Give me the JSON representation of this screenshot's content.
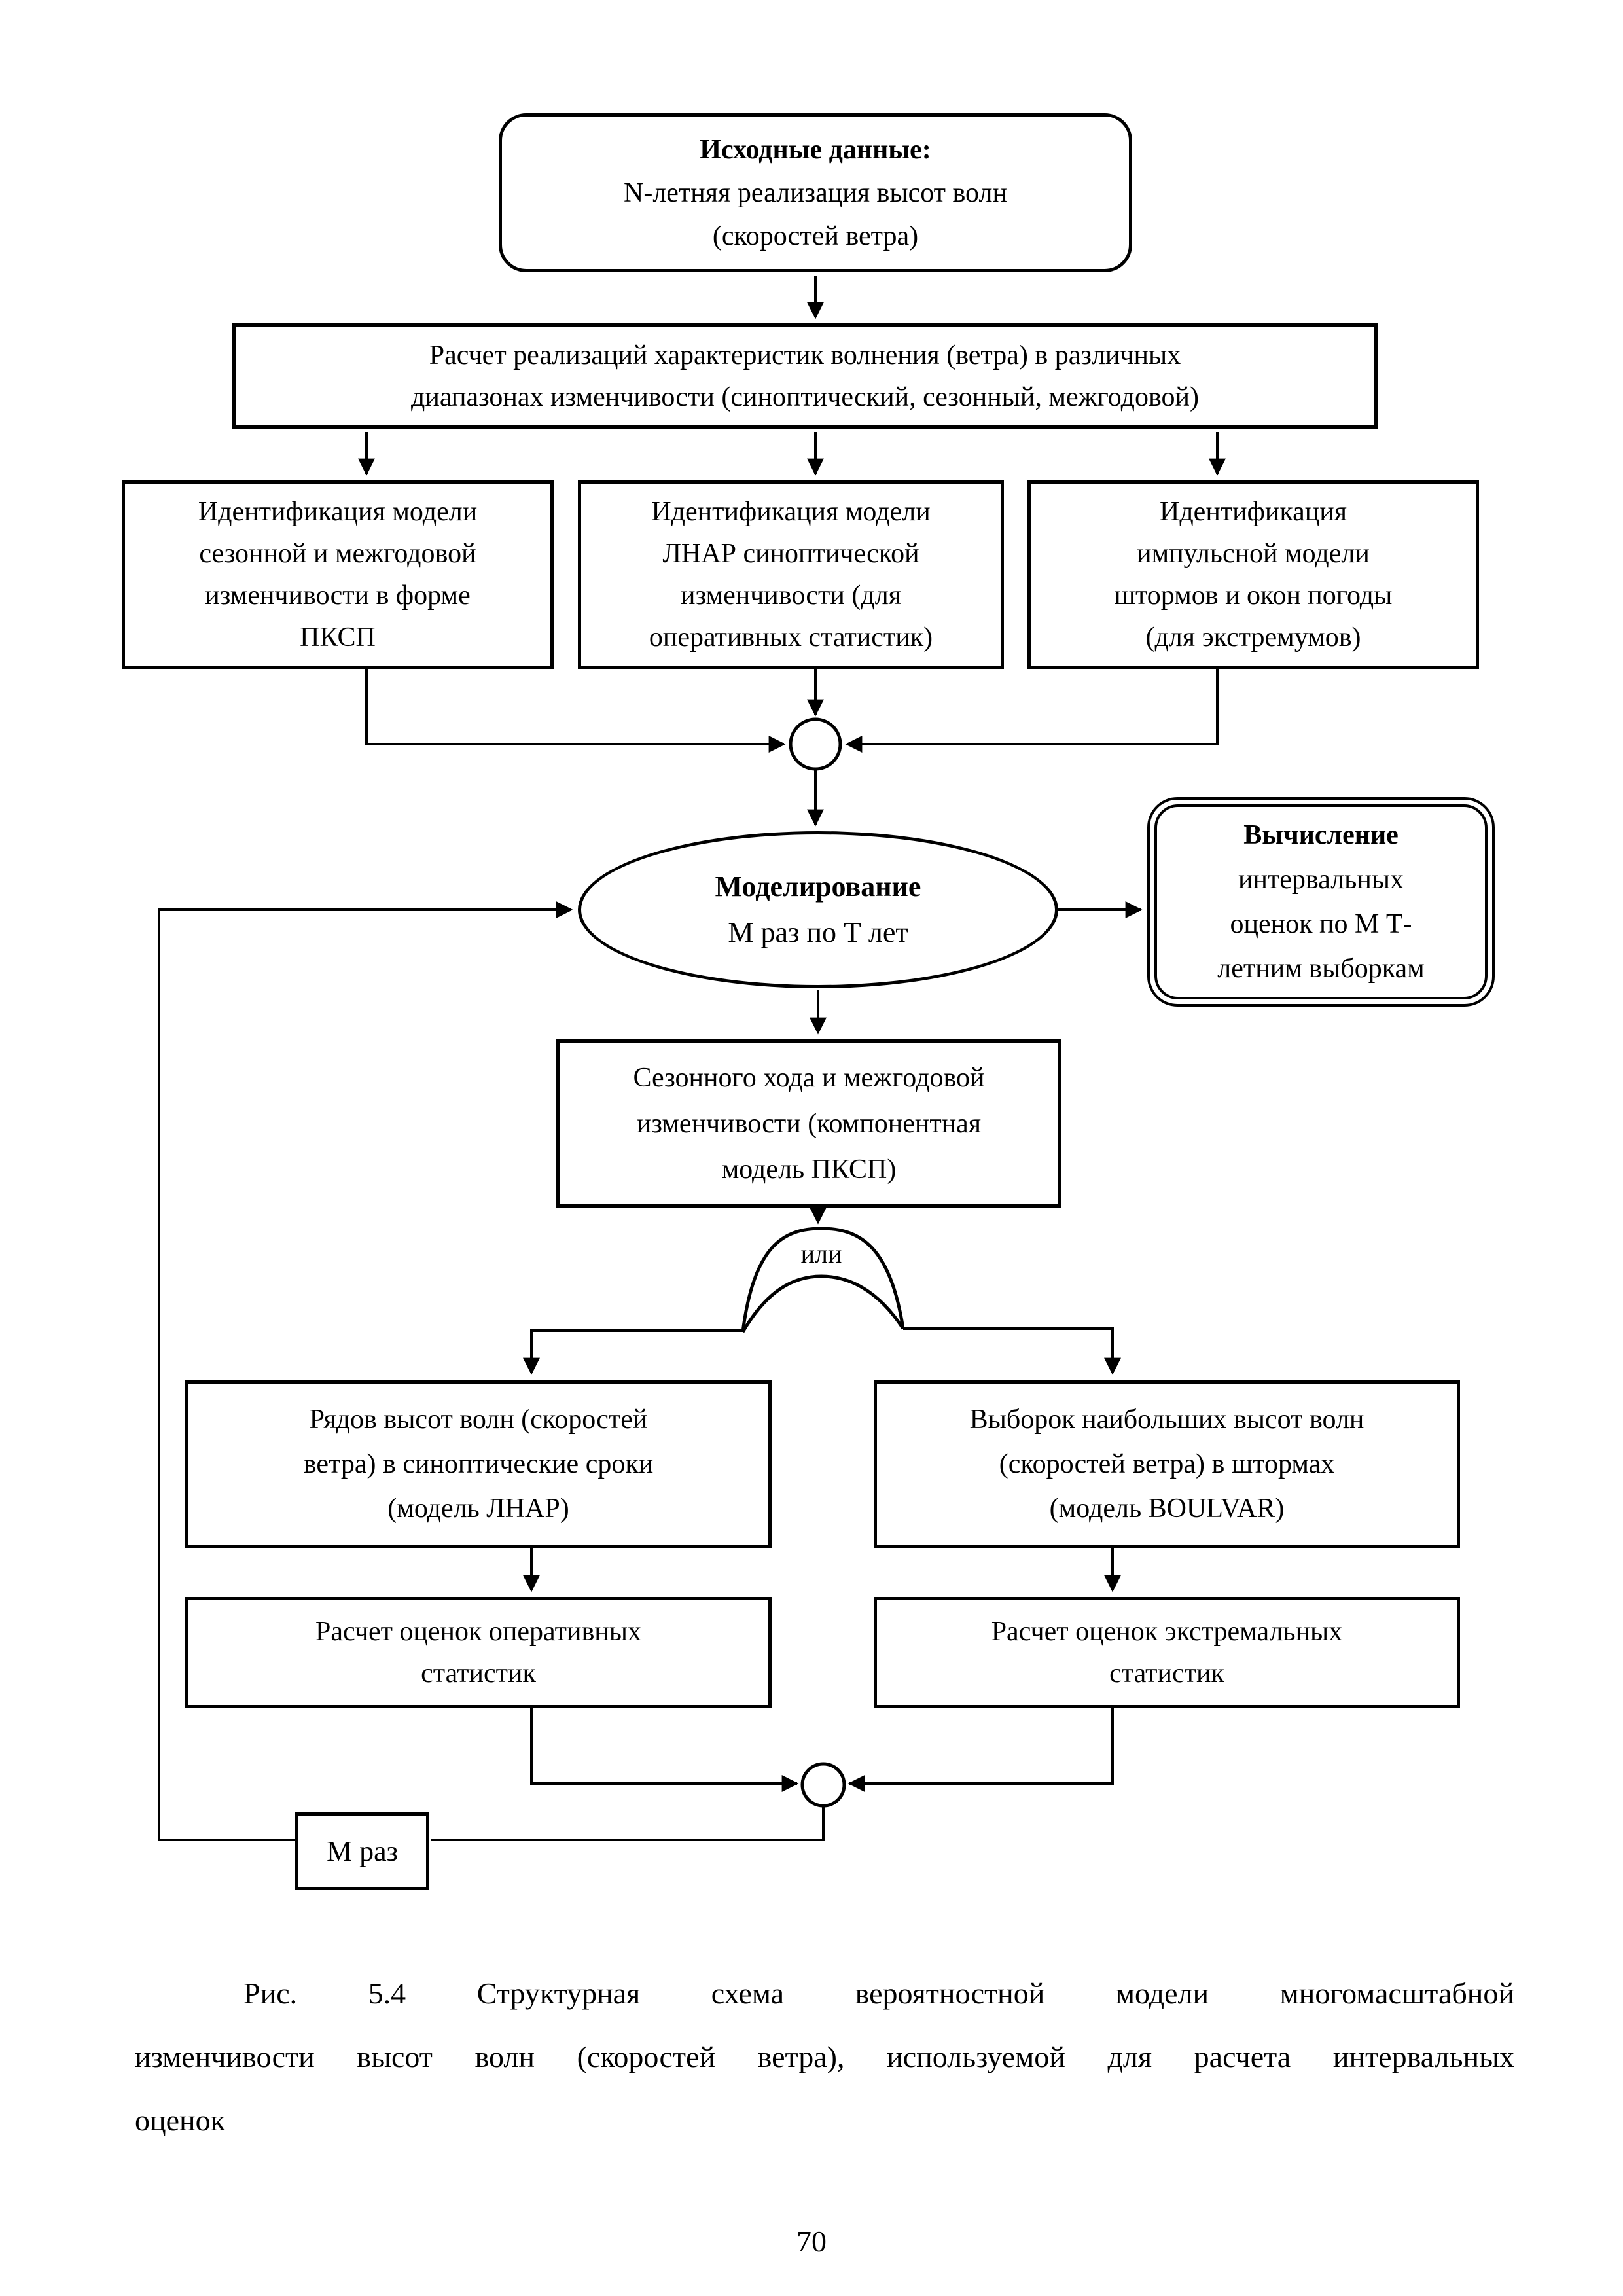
{
  "diagram": {
    "source": {
      "lines": [
        "Исходные данные:",
        "N-летняя реализация высот волн",
        "(скоростей ветра)"
      ]
    },
    "calc_realizations": {
      "lines": [
        "Расчет реализаций характеристик волнения (ветра) в различных",
        "диапазонах изменчивости (синоптический, сезонный, межгодовой)"
      ]
    },
    "ident_pksp": {
      "lines": [
        "Идентификация модели",
        "сезонной и межгодовой",
        "изменчивости в форме",
        "ПКСП"
      ]
    },
    "ident_lnar": {
      "lines": [
        "Идентификация модели",
        "ЛНАР синоптической",
        "изменчивости (для",
        "оперативных статистик)"
      ]
    },
    "ident_impulse": {
      "lines": [
        "Идентификация",
        "импульсной модели",
        "штормов и окон погоды",
        "(для экстремумов)"
      ]
    },
    "modeling": {
      "lines": [
        "Моделирование",
        "М раз по Т лет"
      ]
    },
    "interval_estimates": {
      "lines": [
        "Вычисление",
        "интервальных",
        "оценок по М Т-",
        "летним выборкам"
      ]
    },
    "seasonal_component": {
      "lines": [
        "Сезонного хода и межгодовой",
        "изменчивости (компонентная",
        "модель ПКСП)"
      ]
    },
    "or_label": "или",
    "rows_lnar": {
      "lines": [
        "Рядов высот волн (скоростей",
        "ветра) в синоптические сроки",
        "(модель ЛНАР)"
      ]
    },
    "samples_boulvar": {
      "lines": [
        "Выборок наибольших высот волн",
        "(скоростей ветра) в штормах",
        "(модель BOULVAR)"
      ]
    },
    "calc_operational": {
      "lines": [
        "Расчет оценок оперативных",
        "статистик"
      ]
    },
    "calc_extreme": {
      "lines": [
        "Расчет оценок экстремальных",
        "статистик"
      ]
    },
    "m_times_label": "М раз"
  },
  "caption": {
    "lines": [
      "Рис. 5.4 Структурная схема вероятностной модели многомасштабной",
      "изменчивости высот волн (скоростей ветра), используемой для расчета интервальных",
      "оценок"
    ]
  },
  "page_number": "70",
  "colors": {
    "ink": "#000000",
    "paper": "#ffffff"
  }
}
